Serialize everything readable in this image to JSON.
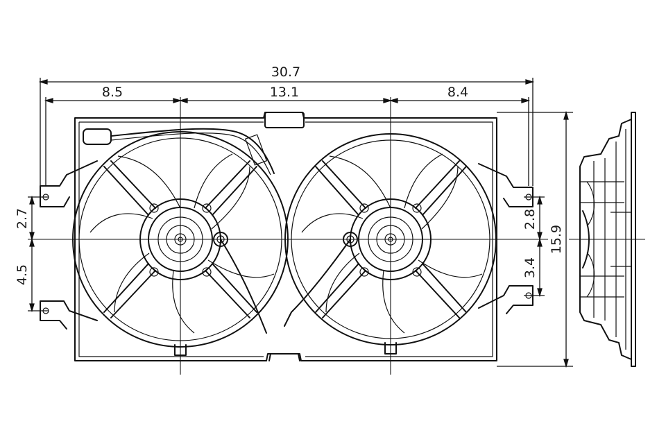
{
  "diagram": {
    "colors": {
      "line": "#111111",
      "background": "#ffffff"
    },
    "dimensions": {
      "overall_width": "30.7",
      "left_span": "8.5",
      "center_span": "13.1",
      "right_span": "8.4",
      "left_upper": "2.7",
      "left_lower": "4.5",
      "right_upper": "2.8",
      "right_lower": "3.4",
      "overall_height": "15.9"
    }
  }
}
